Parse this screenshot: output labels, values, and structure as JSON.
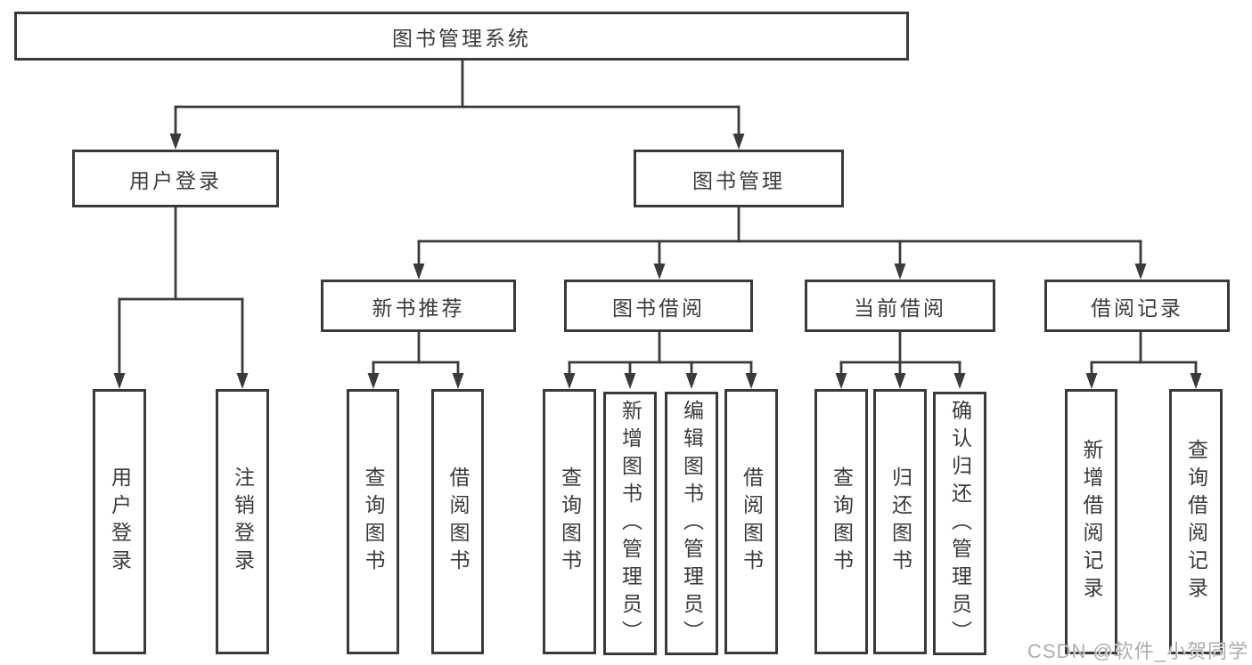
{
  "nodes": {
    "root": "图书管理系统",
    "user_login": "用户登录",
    "book_mgmt": "图书管理",
    "login": "用户登录",
    "logout": "注销登录",
    "new_book_rec": "新书推荐",
    "book_borrow": "图书借阅",
    "current_borrow": "当前借阅",
    "borrow_record": "借阅记录",
    "nbr_query": "查询图书",
    "nbr_borrow": "借阅图书",
    "bb_query": "查询图书",
    "bb_add": "新增图书（管理员）",
    "bb_edit": "编辑图书（管理员）",
    "bb_borrow": "借阅图书",
    "cb_query": "查询图书",
    "cb_return": "归还图书",
    "cb_confirm": "确认归还（管理员）",
    "br_add": "新增借阅记录",
    "br_query": "查询借阅记录"
  },
  "hierarchy": {
    "图书管理系统": [
      "用户登录",
      "图书管理"
    ],
    "用户登录": [
      "用户登录",
      "注销登录"
    ],
    "图书管理": [
      "新书推荐",
      "图书借阅",
      "当前借阅",
      "借阅记录"
    ],
    "新书推荐": [
      "查询图书",
      "借阅图书"
    ],
    "图书借阅": [
      "查询图书",
      "新增图书（管理员）",
      "编辑图书（管理员）",
      "借阅图书"
    ],
    "当前借阅": [
      "查询图书",
      "归还图书",
      "确认归还（管理员）"
    ],
    "借阅记录": [
      "新增借阅记录",
      "查询借阅记录"
    ]
  },
  "watermark": "CSDN @软件_小贺同学",
  "colors": {
    "line": "#3a3a3a",
    "text": "#3b3b3b",
    "wm": "#adadad",
    "bg": "#ffffff"
  }
}
